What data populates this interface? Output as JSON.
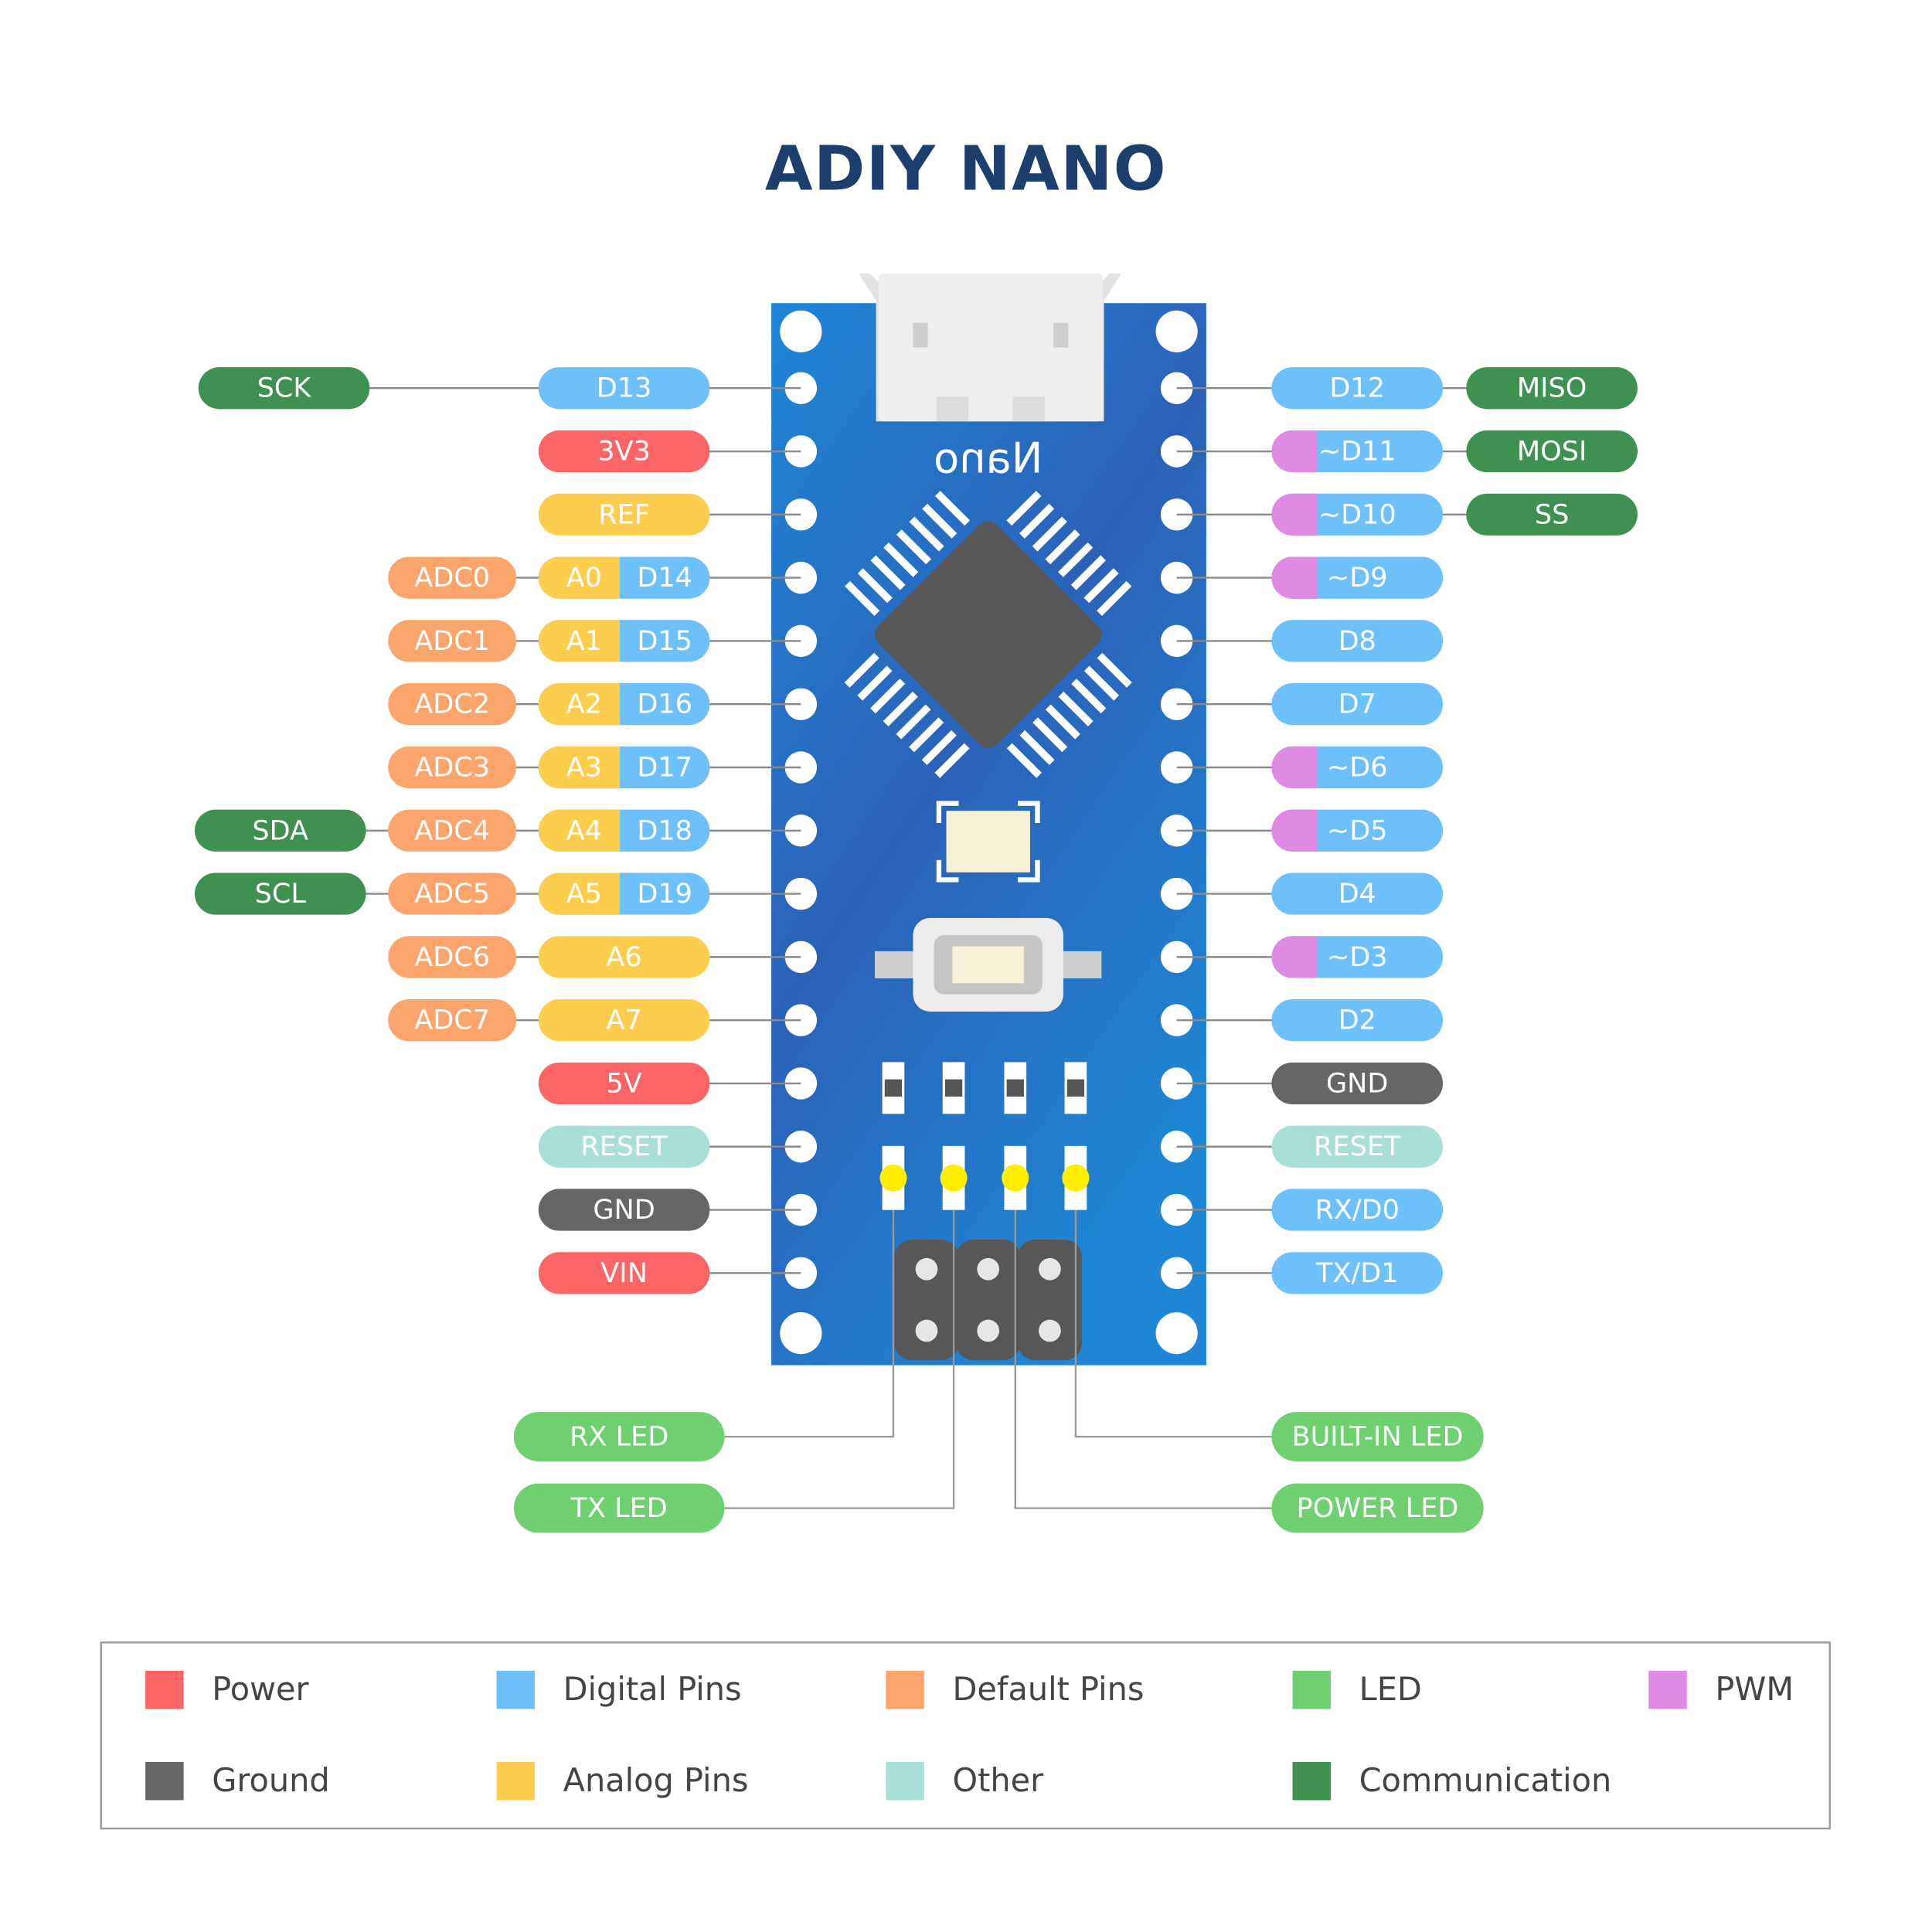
{
  "title": "ADIY NANO",
  "board_label": "Nano",
  "colors": {
    "power": "#fb6565",
    "digital": "#6ec0fb",
    "default": "#fba46b",
    "led": "#6ed06e",
    "pwm": "#e08be3",
    "ground": "#666666",
    "analog": "#fdcd4e",
    "other": "#a8e0d8",
    "communication": "#3f9152",
    "board": "#2a7ac8",
    "title": "#1c3f6e"
  },
  "left_pins": [
    {
      "groups": [
        {
          "text": "D13",
          "type": "digital"
        },
        {
          "text": "SCK",
          "type": "communication"
        }
      ]
    },
    {
      "groups": [
        {
          "text": "3V3",
          "type": "power"
        }
      ]
    },
    {
      "groups": [
        {
          "text": "REF",
          "type": "analog"
        }
      ]
    },
    {
      "groups": [
        {
          "text": "A0",
          "type": "analog",
          "second": {
            "text": "D14",
            "type": "digital"
          }
        },
        {
          "text": "ADC0",
          "type": "default"
        }
      ]
    },
    {
      "groups": [
        {
          "text": "A1",
          "type": "analog",
          "second": {
            "text": "D15",
            "type": "digital"
          }
        },
        {
          "text": "ADC1",
          "type": "default"
        }
      ]
    },
    {
      "groups": [
        {
          "text": "A2",
          "type": "analog",
          "second": {
            "text": "D16",
            "type": "digital"
          }
        },
        {
          "text": "ADC2",
          "type": "default"
        }
      ]
    },
    {
      "groups": [
        {
          "text": "A3",
          "type": "analog",
          "second": {
            "text": "D17",
            "type": "digital"
          }
        },
        {
          "text": "ADC3",
          "type": "default"
        }
      ]
    },
    {
      "groups": [
        {
          "text": "A4",
          "type": "analog",
          "second": {
            "text": "D18",
            "type": "digital"
          }
        },
        {
          "text": "ADC4",
          "type": "default"
        },
        {
          "text": "SDA",
          "type": "communication"
        }
      ]
    },
    {
      "groups": [
        {
          "text": "A5",
          "type": "analog",
          "second": {
            "text": "D19",
            "type": "digital"
          }
        },
        {
          "text": "ADC5",
          "type": "default"
        },
        {
          "text": "SCL",
          "type": "communication"
        }
      ]
    },
    {
      "groups": [
        {
          "text": "A6",
          "type": "analog"
        },
        {
          "text": "ADC6",
          "type": "default"
        }
      ]
    },
    {
      "groups": [
        {
          "text": "A7",
          "type": "analog"
        },
        {
          "text": "ADC7",
          "type": "default"
        }
      ]
    },
    {
      "groups": [
        {
          "text": "5V",
          "type": "power"
        }
      ]
    },
    {
      "groups": [
        {
          "text": "RESET",
          "type": "other"
        }
      ]
    },
    {
      "groups": [
        {
          "text": "GND",
          "type": "ground"
        }
      ]
    },
    {
      "groups": [
        {
          "text": "VIN",
          "type": "power"
        }
      ]
    }
  ],
  "right_pins": [
    {
      "groups": [
        {
          "text": "D12",
          "type": "digital"
        },
        {
          "text": "MISO",
          "type": "communication"
        }
      ]
    },
    {
      "groups": [
        {
          "text": "~D11",
          "type": "digital",
          "pwm": true
        },
        {
          "text": "MOSI",
          "type": "communication"
        }
      ]
    },
    {
      "groups": [
        {
          "text": "~D10",
          "type": "digital",
          "pwm": true
        },
        {
          "text": "SS",
          "type": "communication"
        }
      ]
    },
    {
      "groups": [
        {
          "text": "~D9",
          "type": "digital",
          "pwm": true
        }
      ]
    },
    {
      "groups": [
        {
          "text": "D8",
          "type": "digital"
        }
      ]
    },
    {
      "groups": [
        {
          "text": "D7",
          "type": "digital"
        }
      ]
    },
    {
      "groups": [
        {
          "text": "~D6",
          "type": "digital",
          "pwm": true
        }
      ]
    },
    {
      "groups": [
        {
          "text": "~D5",
          "type": "digital",
          "pwm": true
        }
      ]
    },
    {
      "groups": [
        {
          "text": "D4",
          "type": "digital"
        }
      ]
    },
    {
      "groups": [
        {
          "text": "~D3",
          "type": "digital",
          "pwm": true
        }
      ]
    },
    {
      "groups": [
        {
          "text": "D2",
          "type": "digital"
        }
      ]
    },
    {
      "groups": [
        {
          "text": "GND",
          "type": "ground"
        }
      ]
    },
    {
      "groups": [
        {
          "text": "RESET",
          "type": "other"
        }
      ]
    },
    {
      "groups": [
        {
          "text": "RX/D0",
          "type": "digital"
        }
      ]
    },
    {
      "groups": [
        {
          "text": "TX/D1",
          "type": "digital"
        }
      ]
    }
  ],
  "leds": [
    {
      "text": "RX LED",
      "side": "left"
    },
    {
      "text": "TX LED",
      "side": "left"
    },
    {
      "text": "POWER LED",
      "side": "right"
    },
    {
      "text": "BUILT-IN LED",
      "side": "right"
    }
  ],
  "legend": [
    {
      "label": "Power",
      "type": "power"
    },
    {
      "label": "Digital Pins",
      "type": "digital"
    },
    {
      "label": "Default Pins",
      "type": "default"
    },
    {
      "label": "LED",
      "type": "led"
    },
    {
      "label": "PWM",
      "type": "pwm"
    },
    {
      "label": "Ground",
      "type": "ground"
    },
    {
      "label": "Analog Pins",
      "type": "analog"
    },
    {
      "label": "Other",
      "type": "other"
    },
    {
      "label": "Communication",
      "type": "communication"
    }
  ]
}
